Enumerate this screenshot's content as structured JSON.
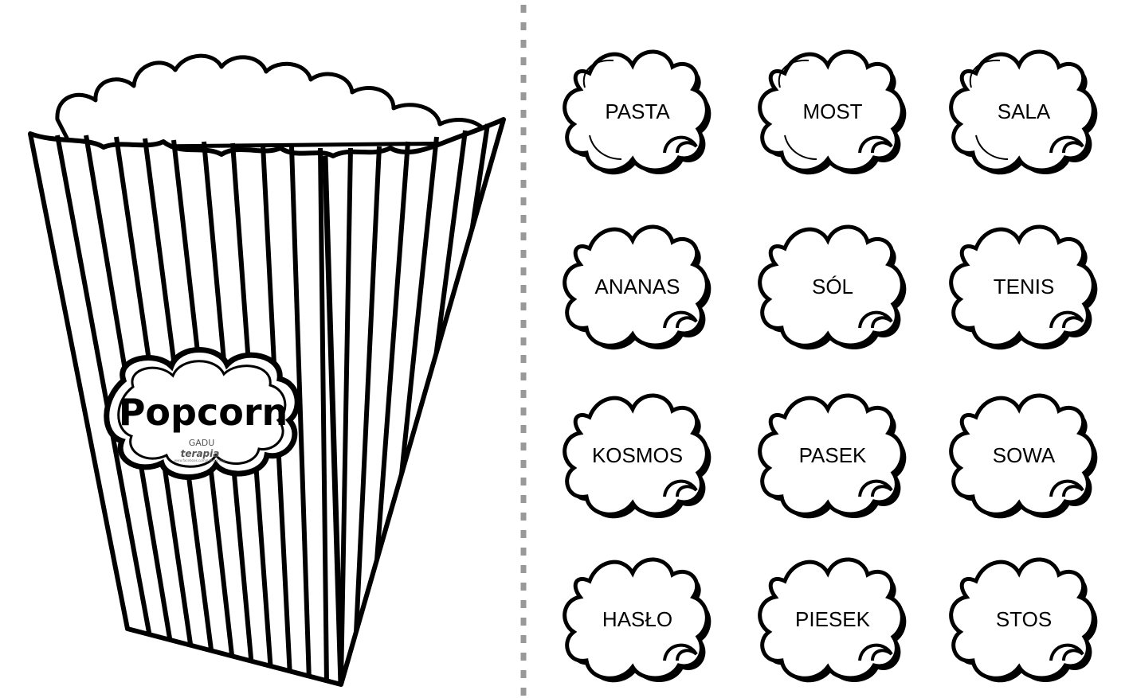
{
  "box": {
    "label": "Popcorn",
    "watermark": {
      "line1": "GADU",
      "line2": "terapia",
      "line3": "www.facebook.com/gaduterapia"
    }
  },
  "kernels": [
    [
      "PASTA",
      "MOST",
      "SALA"
    ],
    [
      "ANANAS",
      "SÓL",
      "TENIS"
    ],
    [
      "KOSMOS",
      "PASEK",
      "SOWA"
    ],
    [
      "HASŁO",
      "PIESEK",
      "STOS"
    ]
  ]
}
